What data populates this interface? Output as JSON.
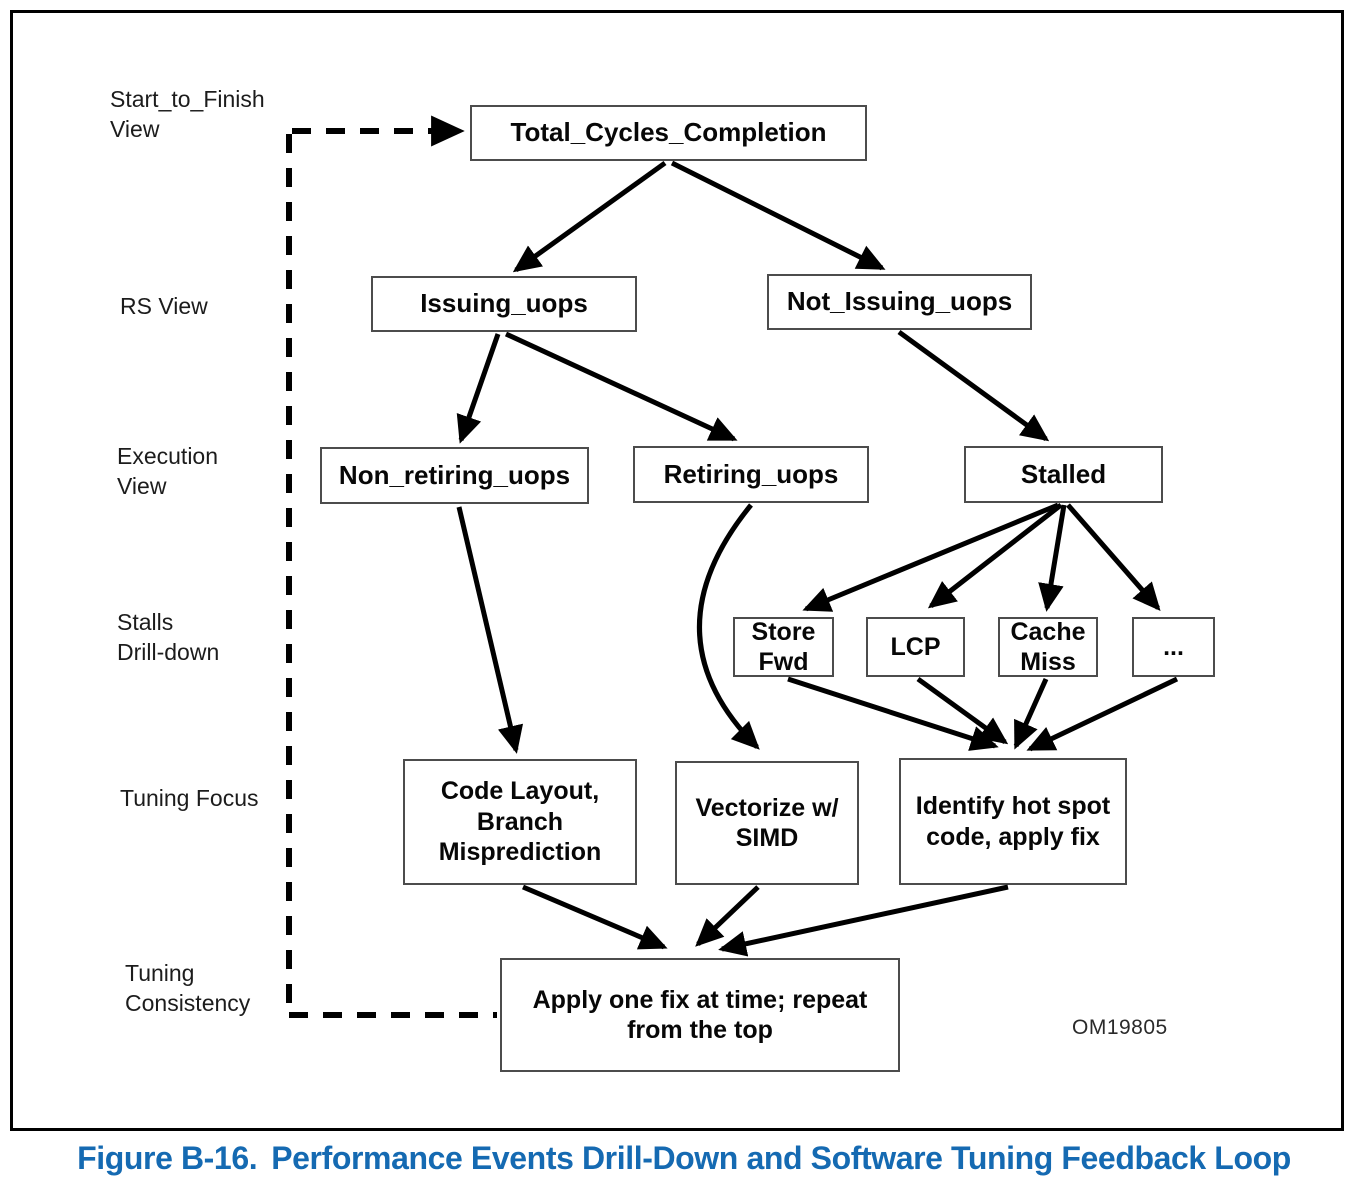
{
  "figure": {
    "caption_prefix": "Figure B-16.",
    "caption_title": "Performance Events Drill-Down and Software Tuning Feedback Loop",
    "watermark": "OM19805"
  },
  "row_labels": {
    "start_to_finish": "Start_to_Finish\nView",
    "rs_view": "RS View",
    "execution": "Execution\nView",
    "stalls": "Stalls\nDrill-down",
    "tuning_focus": "Tuning Focus",
    "tuning_consistency": "Tuning\nConsistency"
  },
  "nodes": {
    "total_cycles": "Total_Cycles_Completion",
    "issuing": "Issuing_uops",
    "not_issuing": "Not_Issuing_uops",
    "non_retiring": "Non_retiring_uops",
    "retiring": "Retiring_uops",
    "stalled": "Stalled",
    "store_fwd": "Store\nFwd",
    "lcp": "LCP",
    "cache_miss": "Cache\nMiss",
    "more": "...",
    "code_layout": "Code Layout,\nBranch\nMisprediction",
    "vectorize": "Vectorize w/\nSIMD",
    "identify": "Identify hot spot\ncode, apply fix",
    "apply_fix": "Apply one fix at time; repeat\nfrom the top"
  },
  "colors": {
    "caption": "#156ab2",
    "line": "#000000"
  }
}
